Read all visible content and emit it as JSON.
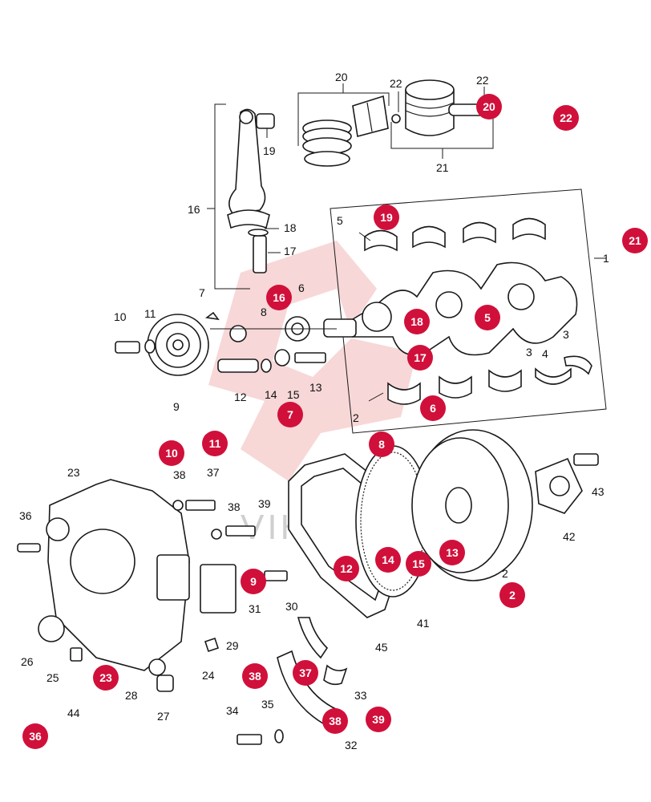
{
  "watermark": {
    "text": "VIHTEX",
    "color": "#f2b7b7"
  },
  "colors": {
    "badge": "#d0103a",
    "line": "#1a1a1a"
  },
  "callouts": [
    "1",
    "2",
    "2",
    "3",
    "3",
    "4",
    "5",
    "6",
    "7",
    "8",
    "9",
    "10",
    "11",
    "12",
    "13",
    "14",
    "15",
    "16",
    "17",
    "18",
    "19",
    "20",
    "21",
    "22",
    "22",
    "23",
    "24",
    "25",
    "26",
    "27",
    "28",
    "29",
    "30",
    "31",
    "32",
    "33",
    "34",
    "35",
    "36",
    "37",
    "38",
    "38",
    "39",
    "41",
    "42",
    "43",
    "44",
    "45"
  ],
  "badges": [
    "19",
    "21",
    "22",
    "20",
    "16",
    "18",
    "5",
    "17",
    "6",
    "7",
    "10",
    "11",
    "8",
    "12",
    "14",
    "15",
    "13",
    "9",
    "2",
    "23",
    "38",
    "37",
    "39",
    "38",
    "36"
  ]
}
